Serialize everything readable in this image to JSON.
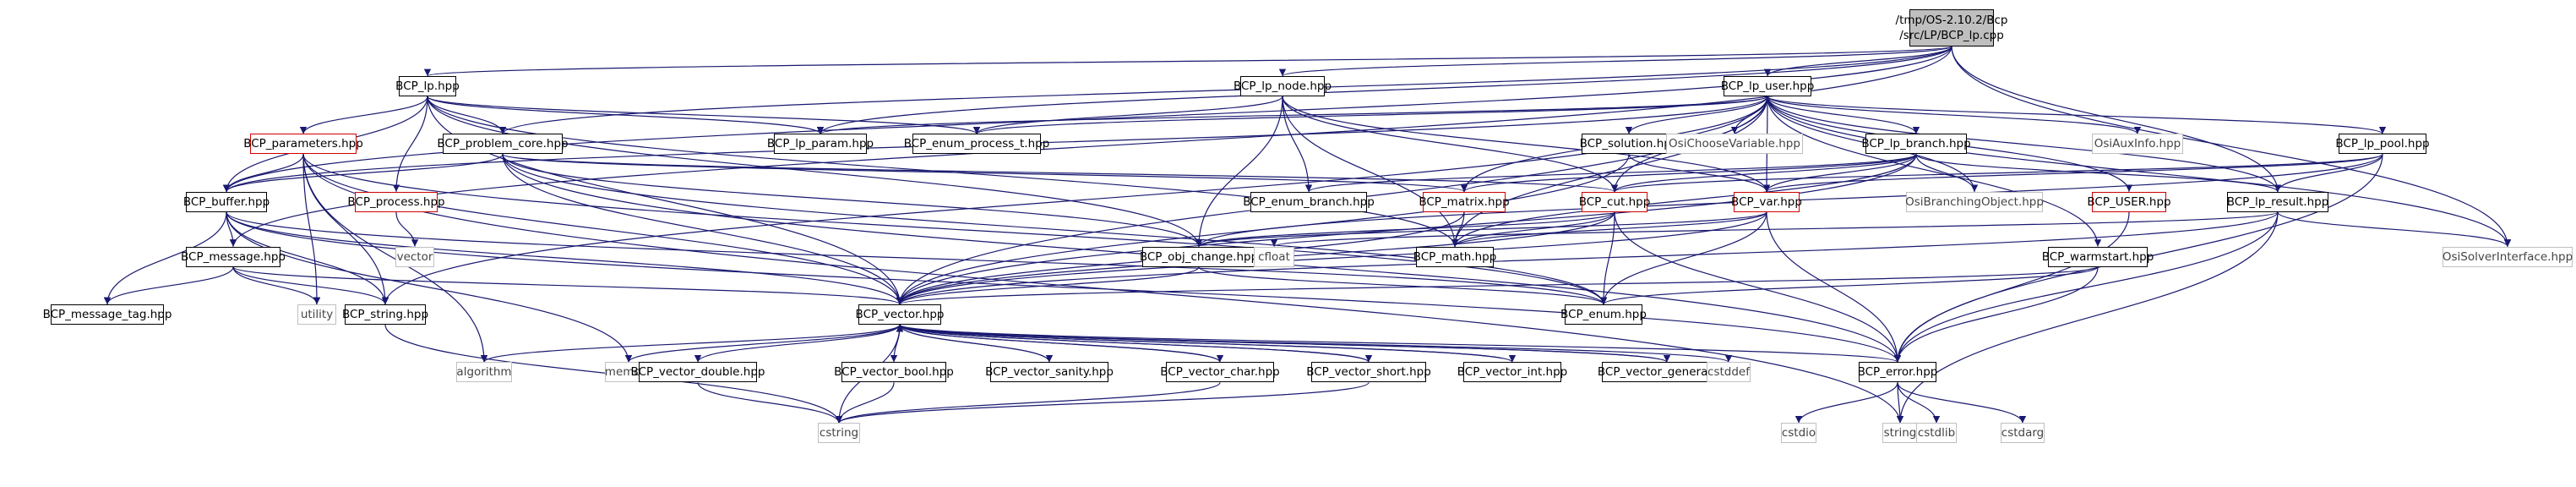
{
  "diagram": {
    "nodes": [
      {
        "id": "root",
        "lines": [
          "/tmp/OS-2.10.2/Bcp",
          "/src/LP/BCP_lp.cpp"
        ],
        "style": "root"
      },
      {
        "id": "lp",
        "label": "BCP_lp.hpp",
        "style": "normal"
      },
      {
        "id": "lp_node",
        "label": "BCP_lp_node.hpp",
        "style": "normal"
      },
      {
        "id": "lp_user",
        "label": "BCP_lp_user.hpp",
        "style": "normal"
      },
      {
        "id": "parameters",
        "label": "BCP_parameters.hpp",
        "style": "red"
      },
      {
        "id": "problem_core",
        "label": "BCP_problem_core.hpp",
        "style": "normal"
      },
      {
        "id": "lp_param",
        "label": "BCP_lp_param.hpp",
        "style": "normal"
      },
      {
        "id": "enum_process_t",
        "label": "BCP_enum_process_t.hpp",
        "style": "normal"
      },
      {
        "id": "solution",
        "label": "BCP_solution.hpp",
        "style": "normal"
      },
      {
        "id": "osi_choose",
        "label": "OsiChooseVariable.hpp",
        "style": "plain"
      },
      {
        "id": "lp_branch",
        "label": "BCP_lp_branch.hpp",
        "style": "normal"
      },
      {
        "id": "osi_aux",
        "label": "OsiAuxInfo.hpp",
        "style": "plain"
      },
      {
        "id": "lp_pool",
        "label": "BCP_lp_pool.hpp",
        "style": "normal"
      },
      {
        "id": "buffer",
        "label": "BCP_buffer.hpp",
        "style": "normal"
      },
      {
        "id": "process",
        "label": "BCP_process.hpp",
        "style": "red"
      },
      {
        "id": "enum_branch",
        "label": "BCP_enum_branch.hpp",
        "style": "normal"
      },
      {
        "id": "matrix",
        "label": "BCP_matrix.hpp",
        "style": "red"
      },
      {
        "id": "cut",
        "label": "BCP_cut.hpp",
        "style": "red"
      },
      {
        "id": "var",
        "label": "BCP_var.hpp",
        "style": "red"
      },
      {
        "id": "osi_branching",
        "label": "OsiBranchingObject.hpp",
        "style": "plain"
      },
      {
        "id": "user",
        "label": "BCP_USER.hpp",
        "style": "red"
      },
      {
        "id": "lp_result",
        "label": "BCP_lp_result.hpp",
        "style": "normal"
      },
      {
        "id": "osi_solver",
        "label": "OsiSolverInterface.hpp",
        "style": "plain"
      },
      {
        "id": "vector_std",
        "label": "vector",
        "style": "plain"
      },
      {
        "id": "message",
        "label": "BCP_message.hpp",
        "style": "normal"
      },
      {
        "id": "obj_change",
        "label": "BCP_obj_change.hpp",
        "style": "normal"
      },
      {
        "id": "cfloat",
        "label": "cfloat",
        "style": "plain"
      },
      {
        "id": "math",
        "label": "BCP_math.hpp",
        "style": "normal"
      },
      {
        "id": "warmstart",
        "label": "BCP_warmstart.hpp",
        "style": "normal"
      },
      {
        "id": "message_tag",
        "label": "BCP_message_tag.hpp",
        "style": "normal"
      },
      {
        "id": "utility",
        "label": "utility",
        "style": "plain"
      },
      {
        "id": "string_hpp",
        "label": "BCP_string.hpp",
        "style": "normal"
      },
      {
        "id": "vector_hpp",
        "label": "BCP_vector.hpp",
        "style": "normal"
      },
      {
        "id": "enum_hpp",
        "label": "BCP_enum.hpp",
        "style": "normal"
      },
      {
        "id": "algorithm",
        "label": "algorithm",
        "style": "plain"
      },
      {
        "id": "memory",
        "label": "memory",
        "style": "plain"
      },
      {
        "id": "vector_double",
        "label": "BCP_vector_double.hpp",
        "style": "normal"
      },
      {
        "id": "vector_bool",
        "label": "BCP_vector_bool.hpp",
        "style": "normal"
      },
      {
        "id": "vector_sanity",
        "label": "BCP_vector_sanity.hpp",
        "style": "normal"
      },
      {
        "id": "vector_char",
        "label": "BCP_vector_char.hpp",
        "style": "normal"
      },
      {
        "id": "vector_short",
        "label": "BCP_vector_short.hpp",
        "style": "normal"
      },
      {
        "id": "vector_int",
        "label": "BCP_vector_int.hpp",
        "style": "normal"
      },
      {
        "id": "vector_general",
        "label": "BCP_vector_general.hpp",
        "style": "normal"
      },
      {
        "id": "cstddef",
        "label": "cstddef",
        "style": "plain"
      },
      {
        "id": "error",
        "label": "BCP_error.hpp",
        "style": "normal"
      },
      {
        "id": "cstring",
        "label": "cstring",
        "style": "plain"
      },
      {
        "id": "cstdio",
        "label": "cstdio",
        "style": "plain"
      },
      {
        "id": "string_std",
        "label": "string",
        "style": "plain"
      },
      {
        "id": "cstdlib",
        "label": "cstdlib",
        "style": "plain"
      },
      {
        "id": "cstdarg",
        "label": "cstdarg",
        "style": "plain"
      }
    ],
    "edges": [
      [
        "root",
        "lp"
      ],
      [
        "root",
        "lp_node"
      ],
      [
        "root",
        "lp_user"
      ],
      [
        "root",
        "problem_core"
      ],
      [
        "root",
        "buffer"
      ],
      [
        "root",
        "message"
      ],
      [
        "root",
        "osi_solver"
      ],
      [
        "root",
        "lp_result"
      ],
      [
        "root",
        "lp_param"
      ],
      [
        "lp",
        "parameters"
      ],
      [
        "lp",
        "problem_core"
      ],
      [
        "lp",
        "lp_param"
      ],
      [
        "lp",
        "enum_process_t"
      ],
      [
        "lp",
        "buffer"
      ],
      [
        "lp",
        "process"
      ],
      [
        "lp",
        "obj_change"
      ],
      [
        "lp",
        "math"
      ],
      [
        "lp",
        "vector_hpp"
      ],
      [
        "lp_node",
        "enum_process_t"
      ],
      [
        "lp_node",
        "enum_branch"
      ],
      [
        "lp_node",
        "cut"
      ],
      [
        "lp_node",
        "var"
      ],
      [
        "lp_node",
        "math"
      ],
      [
        "lp_node",
        "obj_change"
      ],
      [
        "lp_user",
        "lp_param"
      ],
      [
        "lp_user",
        "enum_process_t"
      ],
      [
        "lp_user",
        "solution"
      ],
      [
        "lp_user",
        "osi_choose"
      ],
      [
        "lp_user",
        "lp_branch"
      ],
      [
        "lp_user",
        "osi_aux"
      ],
      [
        "lp_user",
        "lp_pool"
      ],
      [
        "lp_user",
        "matrix"
      ],
      [
        "lp_user",
        "cut"
      ],
      [
        "lp_user",
        "var"
      ],
      [
        "lp_user",
        "user"
      ],
      [
        "lp_user",
        "lp_result"
      ],
      [
        "lp_user",
        "osi_solver"
      ],
      [
        "lp_user",
        "warmstart"
      ],
      [
        "lp_user",
        "vector_hpp"
      ],
      [
        "lp_user",
        "buffer"
      ],
      [
        "lp_user",
        "string_hpp"
      ],
      [
        "lp_user",
        "math"
      ],
      [
        "lp_user",
        "osi_branching"
      ],
      [
        "parameters",
        "buffer"
      ],
      [
        "parameters",
        "vector_hpp"
      ],
      [
        "parameters",
        "string_hpp"
      ],
      [
        "parameters",
        "utility"
      ],
      [
        "parameters",
        "algorithm"
      ],
      [
        "parameters",
        "string_std"
      ],
      [
        "parameters",
        "enum_hpp"
      ],
      [
        "problem_core",
        "buffer"
      ],
      [
        "problem_core",
        "matrix"
      ],
      [
        "problem_core",
        "vector_hpp"
      ],
      [
        "problem_core",
        "cut"
      ],
      [
        "problem_core",
        "error"
      ],
      [
        "problem_core",
        "enum_hpp"
      ],
      [
        "problem_core",
        "obj_change"
      ],
      [
        "solution",
        "var"
      ],
      [
        "solution",
        "vector_hpp"
      ],
      [
        "lp_branch",
        "enum_branch"
      ],
      [
        "lp_branch",
        "matrix"
      ],
      [
        "lp_branch",
        "cut"
      ],
      [
        "lp_branch",
        "var"
      ],
      [
        "lp_branch",
        "osi_branching"
      ],
      [
        "lp_branch",
        "vector_hpp"
      ],
      [
        "lp_branch",
        "lp_result"
      ],
      [
        "lp_branch",
        "math"
      ],
      [
        "lp_pool",
        "cut"
      ],
      [
        "lp_pool",
        "var"
      ],
      [
        "lp_pool",
        "lp_result"
      ],
      [
        "lp_pool",
        "error"
      ],
      [
        "lp_pool",
        "obj_change"
      ],
      [
        "buffer",
        "message"
      ],
      [
        "buffer",
        "message_tag"
      ],
      [
        "buffer",
        "string_hpp"
      ],
      [
        "buffer",
        "vector_hpp"
      ],
      [
        "buffer",
        "error"
      ],
      [
        "buffer",
        "memory"
      ],
      [
        "buffer",
        "enum_hpp"
      ],
      [
        "process",
        "vector_std"
      ],
      [
        "matrix",
        "vector_hpp"
      ],
      [
        "matrix",
        "math"
      ],
      [
        "cut",
        "vector_hpp"
      ],
      [
        "cut",
        "math"
      ],
      [
        "cut",
        "error"
      ],
      [
        "cut",
        "enum_hpp"
      ],
      [
        "cut",
        "obj_change"
      ],
      [
        "var",
        "vector_hpp"
      ],
      [
        "var",
        "math"
      ],
      [
        "var",
        "error"
      ],
      [
        "var",
        "enum_hpp"
      ],
      [
        "var",
        "obj_change"
      ],
      [
        "user",
        "error"
      ],
      [
        "lp_result",
        "vector_hpp"
      ],
      [
        "lp_result",
        "error"
      ],
      [
        "lp_result",
        "osi_solver"
      ],
      [
        "lp_result",
        "string_std"
      ],
      [
        "lp_result",
        "cfloat"
      ],
      [
        "message",
        "message_tag"
      ],
      [
        "message",
        "string_hpp"
      ],
      [
        "message",
        "utility"
      ],
      [
        "message",
        "vector_hpp"
      ],
      [
        "obj_change",
        "vector_hpp"
      ],
      [
        "obj_change",
        "enum_hpp"
      ],
      [
        "warmstart",
        "vector_hpp"
      ],
      [
        "warmstart",
        "error"
      ],
      [
        "warmstart",
        "enum_hpp"
      ],
      [
        "string_hpp",
        "cstring"
      ],
      [
        "vector_hpp",
        "algorithm"
      ],
      [
        "vector_hpp",
        "memory"
      ],
      [
        "vector_hpp",
        "vector_double"
      ],
      [
        "vector_hpp",
        "vector_bool"
      ],
      [
        "vector_hpp",
        "vector_sanity"
      ],
      [
        "vector_hpp",
        "vector_char"
      ],
      [
        "vector_hpp",
        "vector_short"
      ],
      [
        "vector_hpp",
        "vector_int"
      ],
      [
        "vector_hpp",
        "vector_general"
      ],
      [
        "vector_hpp",
        "cstddef"
      ],
      [
        "vector_hpp",
        "error"
      ],
      [
        "vector_hpp",
        "cstring"
      ],
      [
        "vector_double",
        "cstring"
      ],
      [
        "vector_bool",
        "cstring"
      ],
      [
        "vector_char",
        "cstring"
      ],
      [
        "vector_short",
        "cstring"
      ],
      [
        "vector_sanity",
        "vector_hpp"
      ],
      [
        "vector_char",
        "vector_hpp"
      ],
      [
        "vector_short",
        "vector_hpp"
      ],
      [
        "vector_int",
        "vector_hpp"
      ],
      [
        "vector_general",
        "vector_hpp"
      ],
      [
        "error",
        "cstdio"
      ],
      [
        "error",
        "string_std"
      ],
      [
        "error",
        "cstdlib"
      ],
      [
        "error",
        "cstdarg"
      ]
    ]
  }
}
